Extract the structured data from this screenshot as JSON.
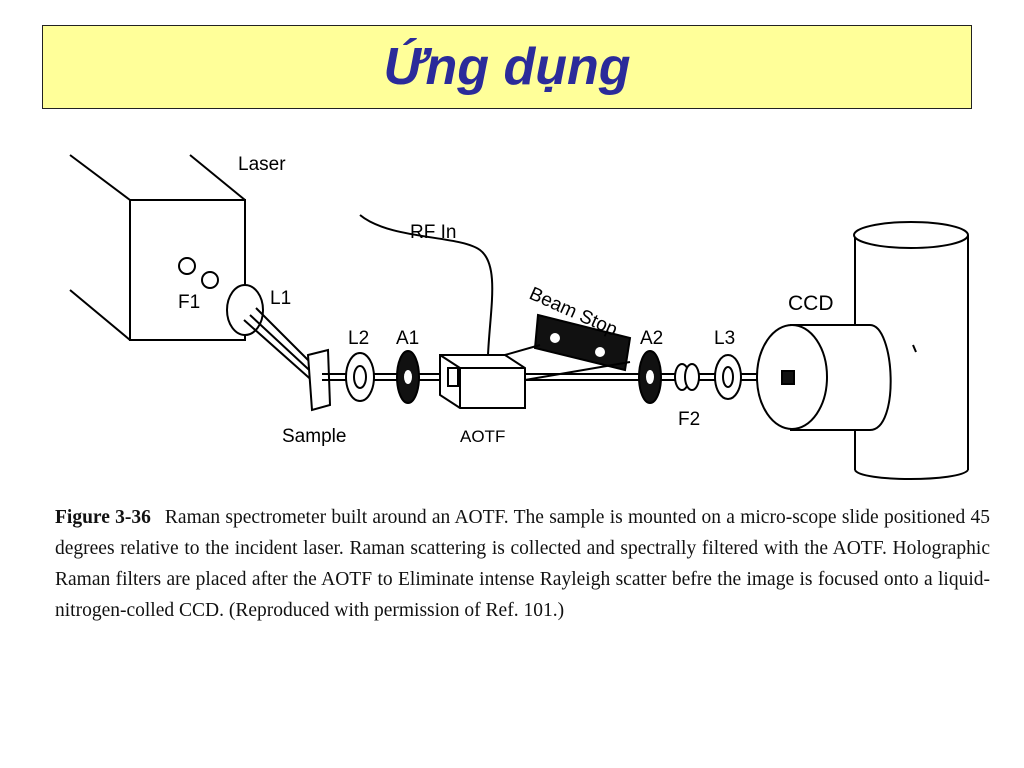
{
  "slide": {
    "title": "Ứng dụng"
  },
  "diagram": {
    "labels": {
      "laser": "Laser",
      "rf_in": "RF In",
      "f1": "F1",
      "l1": "L1",
      "l2": "L2",
      "a1": "A1",
      "sample": "Sample",
      "aotf": "AOTF",
      "beam_stop": "Beam Stop",
      "a2": "A2",
      "f2": "F2",
      "l3": "L3",
      "ccd": "CCD"
    }
  },
  "caption": {
    "figure_label": "Figure 3-36",
    "text": "Raman spectrometer built around an AOTF. The sample is mounted on a micro-scope slide positioned 45 degrees relative to the incident laser. Raman scattering is collected and spectrally filtered with the AOTF. Holographic Raman filters are placed after the AOTF to Eliminate intense Rayleigh scatter befre the image is focused onto a liquid-nitrogen-colled CCD. (Reproduced with permission of Ref. 101.)"
  }
}
